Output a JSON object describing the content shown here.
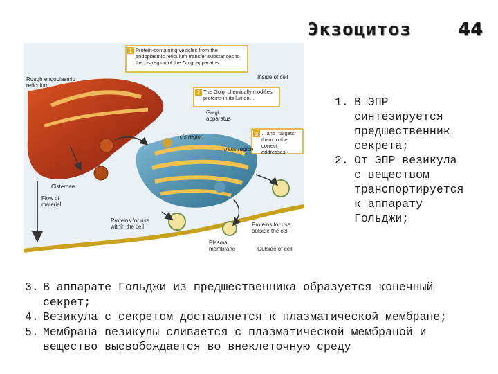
{
  "header": {
    "title": "Экзоцитоз",
    "slide_number": "44"
  },
  "figure": {
    "callouts": [
      {
        "number": "1",
        "text": "Protein-containing vesicles from the endoplasmic reticulum transfer substances to the cis region of the Golgi apparatus."
      },
      {
        "number": "2",
        "text": "The Golgi chemically modifies proteins in its lumen…"
      },
      {
        "number": "3",
        "text": "…and \"targets\" them to the correct addresses."
      }
    ],
    "labels": {
      "rough_er": "Rough endoplasmic reticulum",
      "inside_cell": "Inside of cell",
      "golgi": "Golgi apparatus",
      "cis_region": "cis region",
      "trans_region": "trans region",
      "cisternae": "Cisternae",
      "flow": "Flow of material",
      "proteins_inside": "Proteins for use within the cell",
      "proteins_outside": "Proteins for use outside the cell",
      "plasma_membrane": "Plasma membrane",
      "outside_cell": "Outside of cell"
    }
  },
  "list_top": [
    {
      "num": "1.",
      "text": "В ЭПР\nсинтезируется\nпредшественник\nсекрета;"
    },
    {
      "num": "2.",
      "text": "От ЭПР везикула\nс веществом\nтранспортируется\nк аппарату\nГольджи;"
    }
  ],
  "list_bottom": [
    {
      "num": "3.",
      "text": "В аппарате Гольджи из предшественника образуется конечный\nсекрет;"
    },
    {
      "num": "4.",
      "text": "Везикула с секретом доставляется к плазматической мембране;"
    },
    {
      "num": "5.",
      "text": "Мембрана везикулы сливается с плазматической мембраной и\nвещество высвобождается во внеклеточную среду"
    }
  ]
}
